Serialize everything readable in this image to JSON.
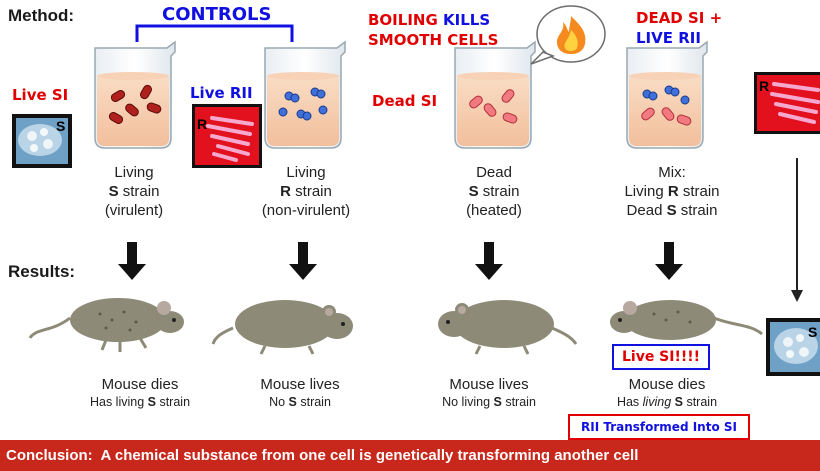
{
  "method_label": "Method:",
  "results_label": "Results:",
  "controls_label": "CONTROLS",
  "boiling_label": {
    "part1": "BOILING ",
    "part2": "KILLS",
    "line2": "SMOOTH CELLS"
  },
  "mix_header": {
    "part1": "DEAD SI",
    "plus": " +",
    "line2": "LIVE RII"
  },
  "side_labels": {
    "live_si": "Live SI",
    "live_rii": "Live RII",
    "dead_si": "Dead SI"
  },
  "plate_letters": {
    "s": "S",
    "r": "R"
  },
  "beakers": [
    {
      "l1": "Living",
      "l2b": "S",
      "l2": " strain",
      "l3": "(virulent)"
    },
    {
      "l1": "Living",
      "l2b": "R",
      "l2": " strain",
      "l3": "(non-virulent)"
    },
    {
      "l1": "Dead",
      "l2b": "S",
      "l2": " strain",
      "l3": "(heated)"
    },
    {
      "l1": "Mix:",
      "l2": "Living ",
      "l2b": "R",
      "l2c": " strain",
      "l3": "Dead ",
      "l3b": "S",
      "l3c": " strain"
    }
  ],
  "results": [
    {
      "a": "Mouse dies",
      "b1": "Has living ",
      "bb": "S",
      "b2": " strain"
    },
    {
      "a": "Mouse lives",
      "b1": "No ",
      "bb": "S",
      "b2": " strain"
    },
    {
      "a": "Mouse lives",
      "b1": "No living ",
      "bb": "S",
      "b2": " strain"
    },
    {
      "a": "Mouse dies",
      "b1": "Has ",
      "bi": "living",
      "b1b": " ",
      "bb": "S",
      "b2": " strain"
    }
  ],
  "live_si_callout": "Live SI!!!!",
  "rii_callout": "RII Transformed Into SI",
  "conclusion": {
    "bold": "Conclusion:",
    "text": "  A chemical substance from one cell is genetically transforming another cell"
  },
  "colors": {
    "red": "#e00000",
    "blue": "#1010e0",
    "banner": "#c8281c"
  }
}
